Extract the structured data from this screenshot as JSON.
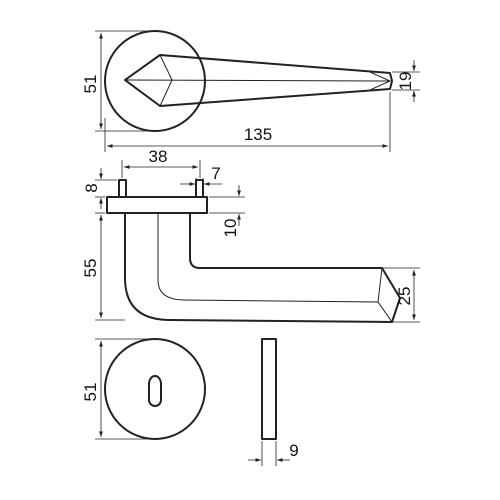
{
  "drawing": {
    "dimensions": {
      "rosette_diameter": "51",
      "lever_thickness": "19",
      "lever_length": "135",
      "pin_spacing": "38",
      "pin_height": "8",
      "pin_diameter": "7",
      "rosette_thickness": "10",
      "lever_height": "55",
      "lever_end_height": "25",
      "escutcheon_diameter": "51",
      "escutcheon_thickness": "9"
    }
  }
}
